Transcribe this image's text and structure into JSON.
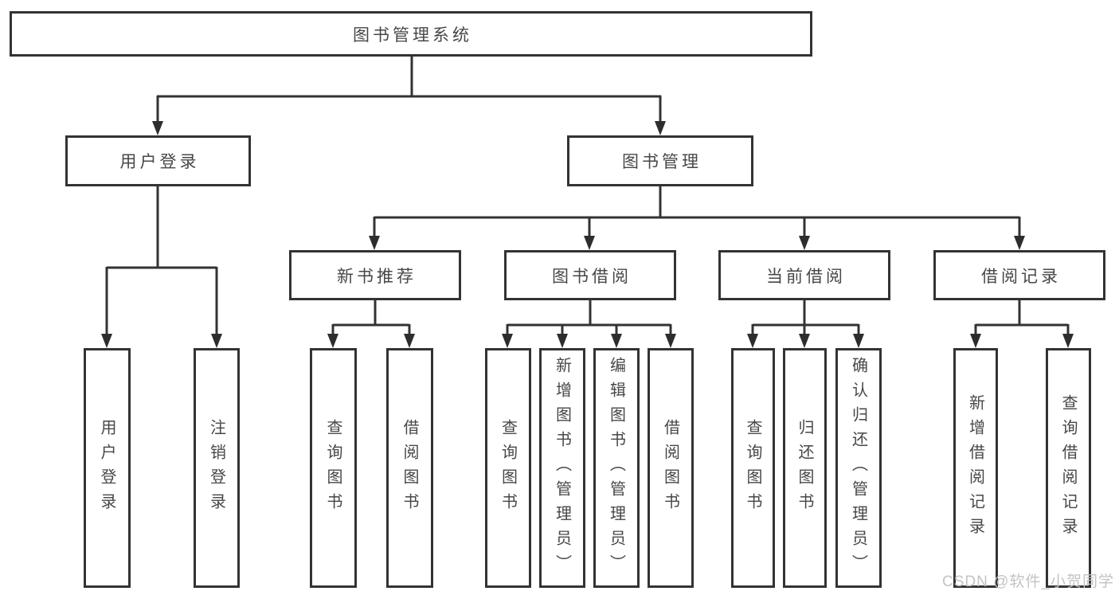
{
  "tree": {
    "root": {
      "label": "图书管理系统"
    },
    "branches": [
      {
        "label": "用户登录",
        "children": [
          {
            "label": "用户登录"
          },
          {
            "label": "注销登录"
          }
        ]
      },
      {
        "label": "图书管理",
        "children": [
          {
            "label": "新书推荐",
            "children": [
              {
                "label": "查询图书"
              },
              {
                "label": "借阅图书"
              }
            ]
          },
          {
            "label": "图书借阅",
            "children": [
              {
                "label": "查询图书"
              },
              {
                "label": "新增图书（管理员）"
              },
              {
                "label": "编辑图书（管理员）"
              },
              {
                "label": "借阅图书"
              }
            ]
          },
          {
            "label": "当前借阅",
            "children": [
              {
                "label": "查询图书"
              },
              {
                "label": "归还图书"
              },
              {
                "label": "确认归还（管理员）"
              }
            ]
          },
          {
            "label": "借阅记录",
            "children": [
              {
                "label": "新增借阅记录"
              },
              {
                "label": "查询借阅记录"
              }
            ]
          }
        ]
      }
    ]
  },
  "watermark": "CSDN @软件_小贺同学",
  "colors": {
    "line": "#333333",
    "box_border": "#333333",
    "text": "#474747",
    "watermark": "#c3c3c3",
    "background": "#ffffff"
  }
}
